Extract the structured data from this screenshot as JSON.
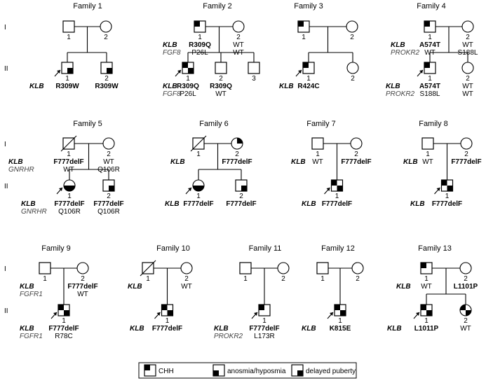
{
  "generations": [
    "I",
    "II"
  ],
  "families": [
    {
      "title": "Family 1",
      "couple": [
        {
          "n": "1",
          "sex": "m",
          "q": []
        },
        {
          "n": "2",
          "sex": "f",
          "q": []
        }
      ],
      "genes": [],
      "children": [
        {
          "n": "1",
          "sex": "m",
          "q": [
            "br"
          ],
          "proband": true,
          "mut": [
            "R309W"
          ]
        },
        {
          "n": "2",
          "sex": "m",
          "q": [
            "br"
          ],
          "mut": [
            "R309W"
          ]
        }
      ],
      "childGenes": [
        "KLB"
      ]
    },
    {
      "title": "Family 2",
      "couple": [
        {
          "n": "1",
          "sex": "m",
          "q": [
            "tl"
          ],
          "mut": [
            "R309Q",
            "P26L"
          ]
        },
        {
          "n": "2",
          "sex": "f",
          "q": [],
          "mut": [
            "WT",
            "WT"
          ]
        }
      ],
      "genes": [
        "KLB",
        "FGF8"
      ],
      "children": [
        {
          "n": "1",
          "sex": "m",
          "q": [
            "tl",
            "br"
          ],
          "proband": true,
          "mut": [
            "R309Q",
            "P26L"
          ]
        },
        {
          "n": "2",
          "sex": "m",
          "q": [],
          "mut": [
            "R309Q",
            "WT"
          ]
        },
        {
          "n": "3",
          "sex": "m",
          "q": [],
          "mut": []
        }
      ],
      "childGenes": [
        "KLB",
        "FGF8"
      ]
    },
    {
      "title": "Family 3",
      "couple": [
        {
          "n": "1",
          "sex": "m",
          "q": [
            "tl"
          ]
        },
        {
          "n": "2",
          "sex": "f",
          "q": []
        }
      ],
      "genes": [],
      "children": [
        {
          "n": "1",
          "sex": "m",
          "q": [
            "tl"
          ],
          "proband": true,
          "mut": [
            "R424C"
          ]
        },
        {
          "n": "2",
          "sex": "f",
          "q": [],
          "mut": []
        }
      ],
      "childGenes": [
        "KLB"
      ]
    },
    {
      "title": "Family 4",
      "couple": [
        {
          "n": "1",
          "sex": "m",
          "q": [
            "tl"
          ],
          "mut": [
            "A574T",
            "WT"
          ]
        },
        {
          "n": "2",
          "sex": "f",
          "q": [],
          "mut": [
            "WT",
            "S188L"
          ]
        }
      ],
      "genes": [
        "KLB",
        "PROKR2"
      ],
      "children": [
        {
          "n": "1",
          "sex": "m",
          "q": [
            "tl"
          ],
          "proband": true,
          "mut": [
            "A574T",
            "S188L"
          ]
        },
        {
          "n": "2",
          "sex": "f",
          "q": [],
          "mut": [
            "WT",
            "WT"
          ]
        }
      ],
      "childGenes": [
        "KLB",
        "PROKR2"
      ]
    },
    {
      "title": "Family 5",
      "couple": [
        {
          "n": "1",
          "sex": "m",
          "q": [],
          "deceased": true,
          "mut": [
            "F777delF",
            "WT"
          ]
        },
        {
          "n": "2",
          "sex": "f",
          "q": [],
          "mut": [
            "WT",
            "Q106R"
          ]
        }
      ],
      "genes": [
        "KLB",
        "GNRHR"
      ],
      "children": [
        {
          "n": "1",
          "sex": "f",
          "q": [
            "bl",
            "br"
          ],
          "proband": true,
          "mut": [
            "F777delF",
            "Q106R"
          ]
        },
        {
          "n": "2",
          "sex": "m",
          "q": [
            "br"
          ],
          "mut": [
            "F777delF",
            "Q106R"
          ]
        }
      ],
      "childGenes": [
        "KLB",
        "GNRHR"
      ]
    },
    {
      "title": "Family 6",
      "couple": [
        {
          "n": "1",
          "sex": "m",
          "q": [],
          "deceased": true
        },
        {
          "n": "2",
          "sex": "f",
          "q": [
            "tr"
          ],
          "mut": [
            "F777delF"
          ]
        }
      ],
      "genes": [
        "KLB"
      ],
      "children": [
        {
          "n": "1",
          "sex": "f",
          "q": [
            "bl",
            "br"
          ],
          "proband": true,
          "mut": [
            "F777delF"
          ]
        },
        {
          "n": "2",
          "sex": "m",
          "q": [
            "br"
          ],
          "mut": [
            "F777delF"
          ]
        }
      ],
      "childGenes": [
        "KLB"
      ]
    },
    {
      "title": "Family 7",
      "couple": [
        {
          "n": "1",
          "sex": "m",
          "q": [],
          "mut": [
            "WT"
          ]
        },
        {
          "n": "2",
          "sex": "f",
          "q": [],
          "mut": [
            "F777delF"
          ]
        }
      ],
      "genes": [
        "KLB"
      ],
      "children": [
        {
          "n": "1",
          "sex": "m",
          "q": [
            "tl",
            "br"
          ],
          "proband": true,
          "mut": [
            "F777delF"
          ]
        }
      ],
      "childGenes": [
        "KLB"
      ]
    },
    {
      "title": "Family 8",
      "couple": [
        {
          "n": "1",
          "sex": "m",
          "q": [],
          "mut": [
            "WT"
          ]
        },
        {
          "n": "2",
          "sex": "f",
          "q": [],
          "mut": [
            "F777delF"
          ]
        }
      ],
      "genes": [
        "KLB"
      ],
      "children": [
        {
          "n": "1",
          "sex": "m",
          "q": [
            "tl",
            "br"
          ],
          "proband": true,
          "mut": [
            "F777delF"
          ]
        }
      ],
      "childGenes": [
        "KLB"
      ]
    },
    {
      "title": "Family 9",
      "couple": [
        {
          "n": "1",
          "sex": "m",
          "q": []
        },
        {
          "n": "2",
          "sex": "f",
          "q": [],
          "mut": [
            "F777delF",
            "WT"
          ]
        }
      ],
      "genes": [
        "KLB",
        "FGFR1"
      ],
      "children": [
        {
          "n": "1",
          "sex": "m",
          "q": [
            "tl",
            "br"
          ],
          "proband": true,
          "mut": [
            "F777delF",
            "R78C"
          ]
        }
      ],
      "childGenes": [
        "KLB",
        "FGFR1"
      ]
    },
    {
      "title": "Family 10",
      "couple": [
        {
          "n": "1",
          "sex": "m",
          "q": [],
          "deceased": true
        },
        {
          "n": "2",
          "sex": "f",
          "q": [],
          "mut": [
            "WT"
          ]
        }
      ],
      "genes": [
        "KLB"
      ],
      "children": [
        {
          "n": "1",
          "sex": "m",
          "q": [
            "tl",
            "br"
          ],
          "proband": true,
          "mut": [
            "F777delF"
          ]
        }
      ],
      "childGenes": [
        "KLB"
      ]
    },
    {
      "title": "Family 11",
      "couple": [
        {
          "n": "1",
          "sex": "m",
          "q": []
        },
        {
          "n": "2",
          "sex": "f",
          "q": []
        }
      ],
      "genes": [],
      "children": [
        {
          "n": "1",
          "sex": "m",
          "q": [
            "tl"
          ],
          "proband": true,
          "mut": [
            "F777delF",
            "L173R"
          ]
        }
      ],
      "childGenes": [
        "KLB",
        "PROKR2"
      ]
    },
    {
      "title": "Family 12",
      "couple": [
        {
          "n": "1",
          "sex": "m",
          "q": []
        },
        {
          "n": "2",
          "sex": "f",
          "q": []
        }
      ],
      "genes": [],
      "children": [
        {
          "n": "1",
          "sex": "m",
          "q": [
            "tl",
            "br"
          ],
          "proband": true,
          "mut": [
            "K815E"
          ]
        }
      ],
      "childGenes": [
        "KLB"
      ]
    },
    {
      "title": "Family 13",
      "couple": [
        {
          "n": "1",
          "sex": "m",
          "q": [
            "tl"
          ],
          "mut": [
            "WT"
          ]
        },
        {
          "n": "2",
          "sex": "f",
          "q": [],
          "mut": [
            "L1101P"
          ]
        }
      ],
      "genes": [
        "KLB"
      ],
      "children": [
        {
          "n": "1",
          "sex": "m",
          "q": [
            "tl",
            "br"
          ],
          "proband": true,
          "mut": [
            "L1011P"
          ]
        },
        {
          "n": "2",
          "sex": "f",
          "q": [
            "tl",
            "br"
          ],
          "mut": [
            "WT"
          ]
        }
      ],
      "childGenes": [
        "KLB"
      ]
    }
  ],
  "legend": [
    {
      "q": [
        "tl"
      ],
      "label": "CHH"
    },
    {
      "q": [
        "bl"
      ],
      "label": "anosmia/hyposmia"
    },
    {
      "q": [
        "br"
      ],
      "label": "delayed puberty"
    }
  ]
}
